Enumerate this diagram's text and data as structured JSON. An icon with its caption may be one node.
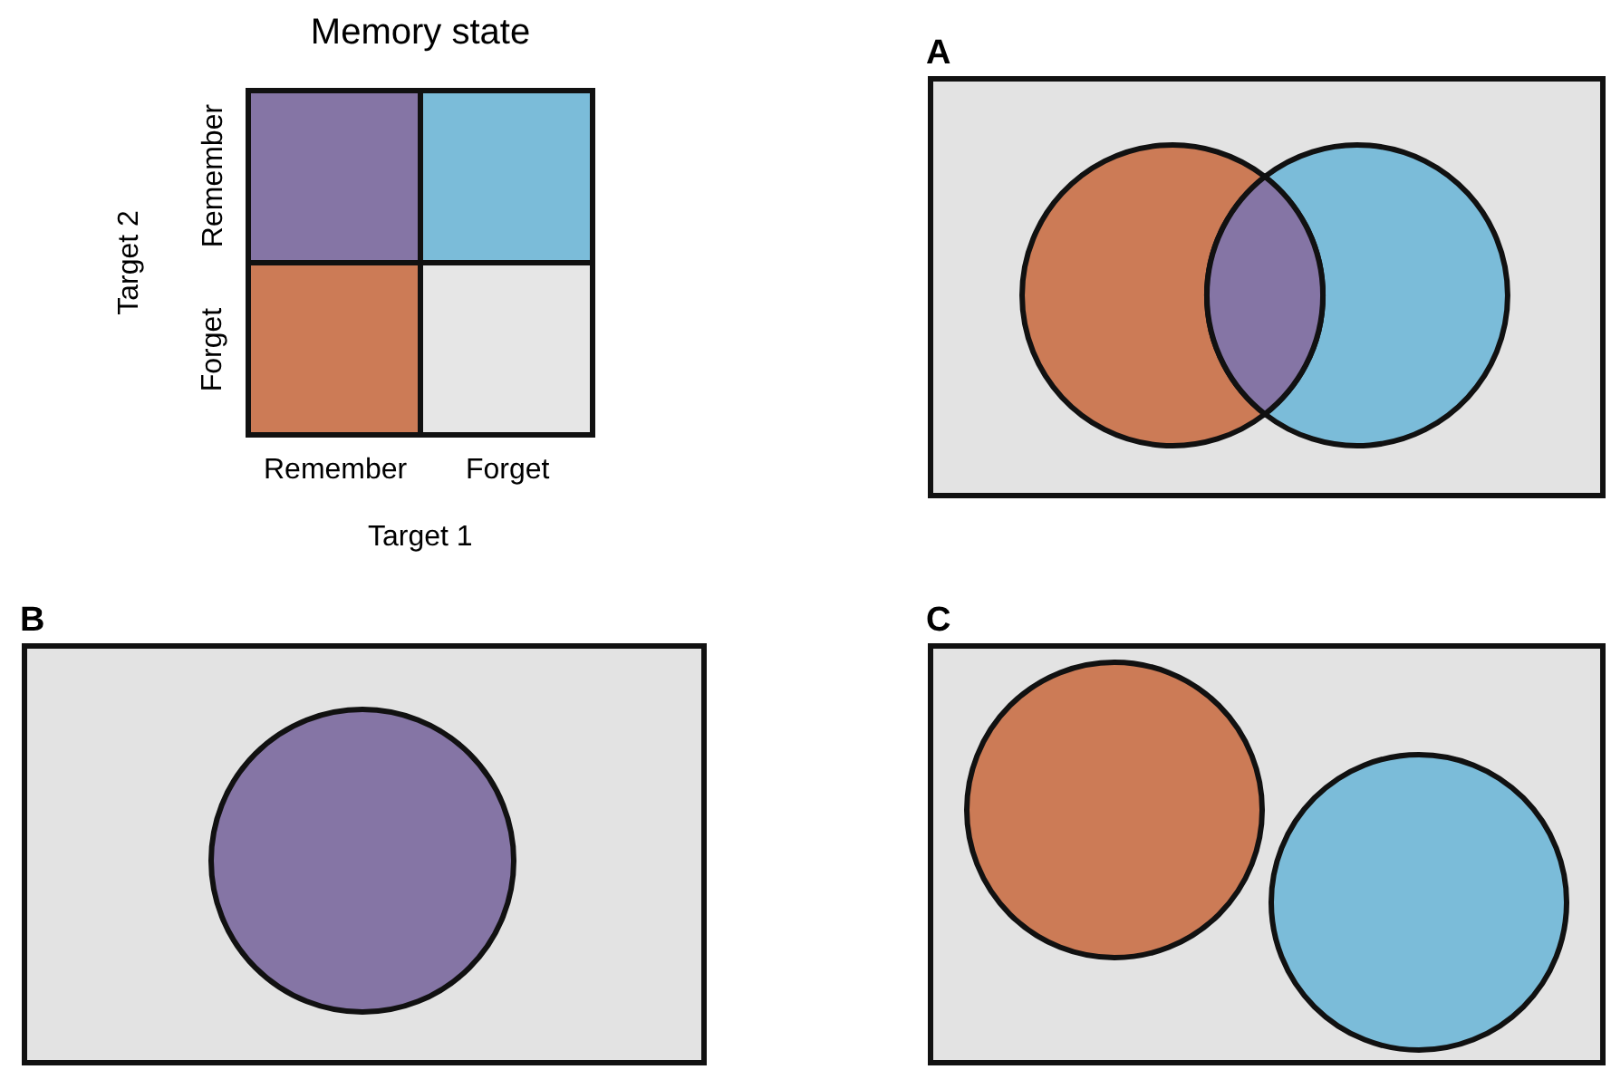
{
  "diagram": {
    "title": "Memory state",
    "nodes": [
      {
        "text": [
          "A"
        ]
      },
      {
        "text": [],
        "shape": "circle",
        "in": 0
      },
      {
        "text": [],
        "shape": "circle",
        "in": 0
      },
      {
        "text": [],
        "shape": "lens",
        "in": 0
      },
      {
        "text": [
          "B"
        ]
      },
      {
        "text": [],
        "shape": "circle",
        "in": 4
      },
      {
        "text": [
          "C"
        ]
      },
      {
        "text": [],
        "shape": "circle",
        "in": 6
      },
      {
        "text": [],
        "shape": "circle",
        "in": 6
      }
    ],
    "labels": [
      "Target 2",
      "Remember",
      "Forget",
      "Remember",
      "Forget",
      "Target 1"
    ]
  }
}
